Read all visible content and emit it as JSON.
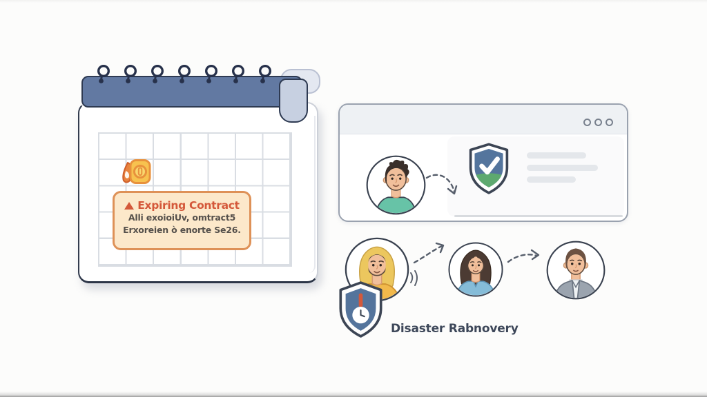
{
  "scene": {
    "background_color": "#fcfcfb",
    "style": "flat illustration"
  },
  "calendar": {
    "kind": "spiral-bound calendar",
    "ring_count": 7,
    "grid_columns": 7,
    "grid_rows": 5,
    "header_color": "#6279a2",
    "outline_color": "#2e3a52",
    "event_icon": "orange-alarm-date-icon",
    "alert": {
      "icon": "warning-triangle-icon",
      "title": "Expiring Contract",
      "line1": "Alli exoioiUv, omtract5",
      "line2": "Erxoreien ò enorte Se26.",
      "fill_color": "#fce8ca",
      "border_color": "#de9157",
      "title_color": "#d4583a"
    }
  },
  "browser_window": {
    "menu_dots_count": 3,
    "avatar": "man-dark-curly-hair-teal-shirt",
    "arrow": "dashed-curved-arrow",
    "shield": "shield-checkmark-icon",
    "shield_colors": {
      "fill": "#54759d",
      "bottom_accent": "#5da96f",
      "check": "#ffffff"
    },
    "placeholder_line_count": 3
  },
  "recovery_flow": {
    "caption": "Disaster Rabnovery",
    "caption_color": "#3d4759",
    "shield": "shield-clock-alert-icon",
    "shield_colors": {
      "fill": "#54749c",
      "alert_bar": "#d4593b"
    },
    "avatars": [
      {
        "name": "woman-blonde-yellow-shirt"
      },
      {
        "name": "woman-brunette-blue-top"
      },
      {
        "name": "man-brown-hair-gray-jacket"
      }
    ],
    "arrow_count": 2
  }
}
